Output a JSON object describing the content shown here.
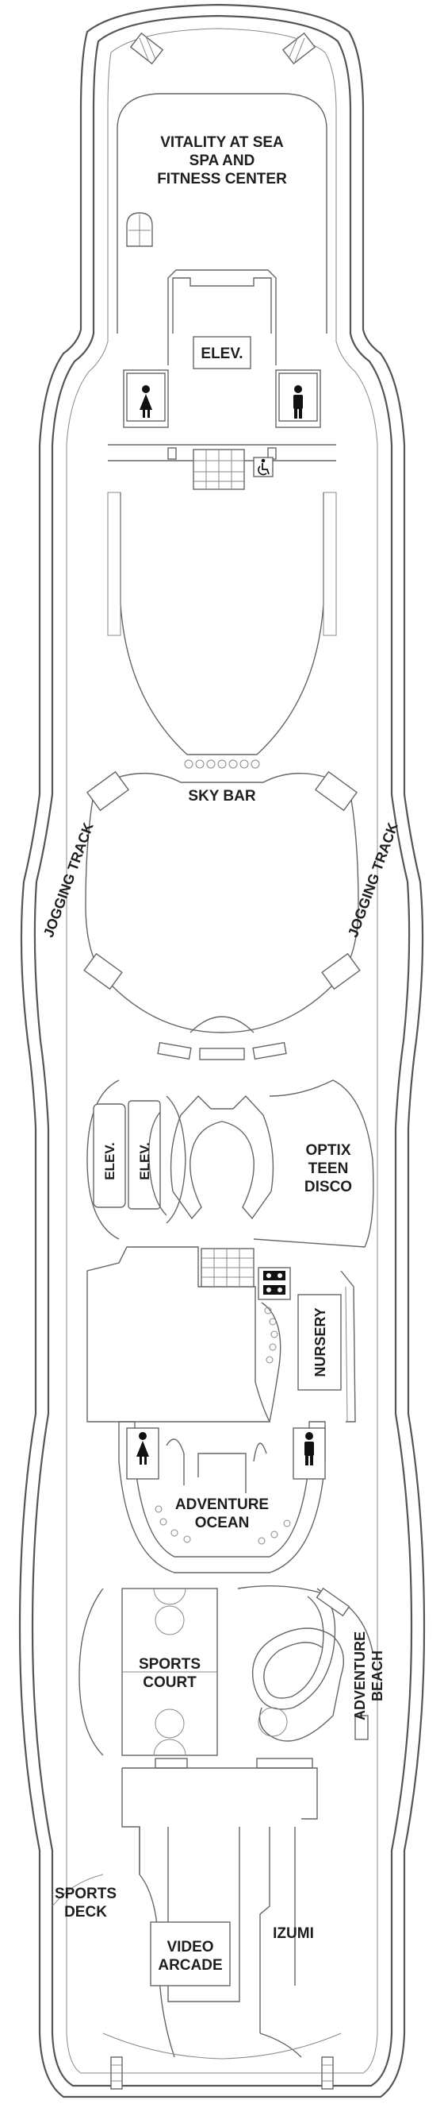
{
  "deck_plan": {
    "labels": {
      "spa": [
        "VITALITY AT SEA",
        "SPA AND",
        "FITNESS CENTER"
      ],
      "elevator_fore": "ELEV.",
      "sky_bar": "SKY BAR",
      "jogging_left": "JOGGING TRACK",
      "jogging_right": "JOGGING TRACK",
      "elevator_mid_1": "ELEV.",
      "elevator_mid_2": "ELEV.",
      "teen_disco": [
        "OPTIX",
        "TEEN",
        "DISCO"
      ],
      "nursery": "NURSERY",
      "adventure_ocean": [
        "ADVENTURE",
        "OCEAN"
      ],
      "sports_court": [
        "SPORTS",
        "COURT"
      ],
      "adventure_beach": [
        "ADVENTURE",
        "BEACH"
      ],
      "sports_deck": [
        "SPORTS",
        "DECK"
      ],
      "video_arcade": [
        "VIDEO",
        "ARCADE"
      ],
      "izumi": "IZUMI"
    },
    "icons": [
      "restroom-women-icon",
      "restroom-men-icon",
      "wheelchair-icon",
      "restroom-family-icon",
      "window-icon"
    ]
  }
}
